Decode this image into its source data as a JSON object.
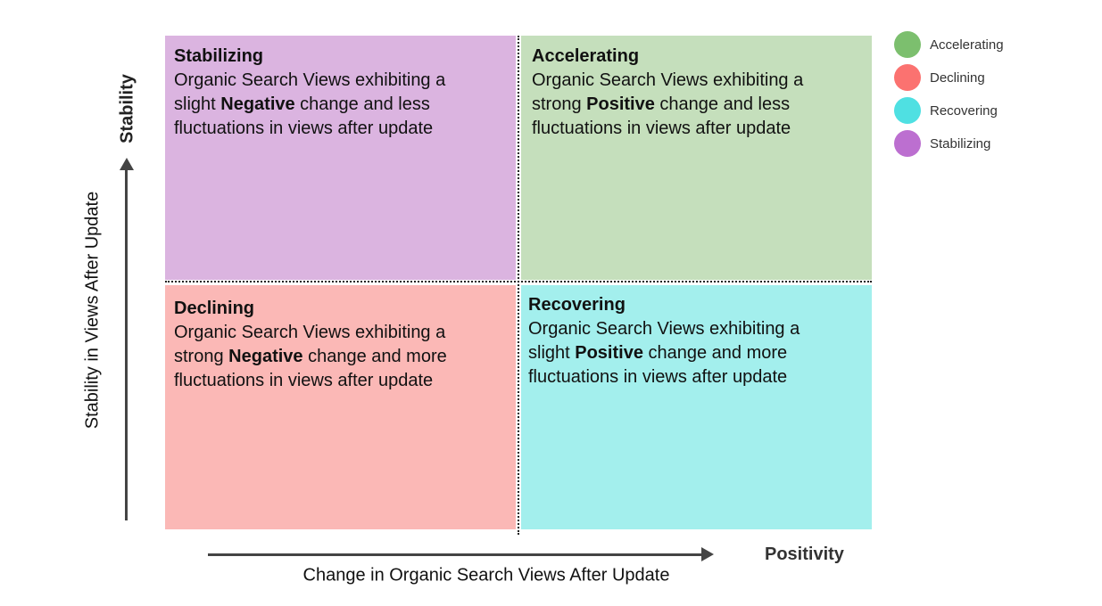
{
  "quadrants": {
    "stabilizing": {
      "title": "Stabilizing",
      "line1": "Organic Search Views exhibiting a",
      "line2_pre": "slight ",
      "line2_bold": "Negative",
      "line2_post": " change and less",
      "line3": "fluctuations in views after update",
      "color": "#dbb4e0"
    },
    "accelerating": {
      "title": "Accelerating",
      "line1": "Organic Search Views exhibiting a",
      "line2_pre": "strong ",
      "line2_bold": "Positive",
      "line2_post": " change and less",
      "line3": "fluctuations in views after update",
      "color": "#c5dfbc"
    },
    "declining": {
      "title": "Declining",
      "line1": "Organic Search Views exhibiting a",
      "line2_pre": "strong ",
      "line2_bold": "Negative",
      "line2_post": " change and more",
      "line3": "fluctuations in views after update",
      "color": "#fbb8b6"
    },
    "recovering": {
      "title": "Recovering",
      "line1": "Organic Search Views exhibiting a",
      "line2_pre": "slight ",
      "line2_bold": "Positive",
      "line2_post": " change and more",
      "line3": "fluctuations in views after update",
      "color": "#a3efed"
    }
  },
  "axes": {
    "y_title": "Stability",
    "y_label": "Stability in Views After Update",
    "x_title": "Positivity",
    "x_label": "Change in Organic Search Views After Update"
  },
  "legend": [
    {
      "label": "Accelerating",
      "color": "#7cbf6e"
    },
    {
      "label": "Declining",
      "color": "#fb7270"
    },
    {
      "label": "Recovering",
      "color": "#4fe0e2"
    },
    {
      "label": "Stabilizing",
      "color": "#bc6fd0"
    }
  ]
}
